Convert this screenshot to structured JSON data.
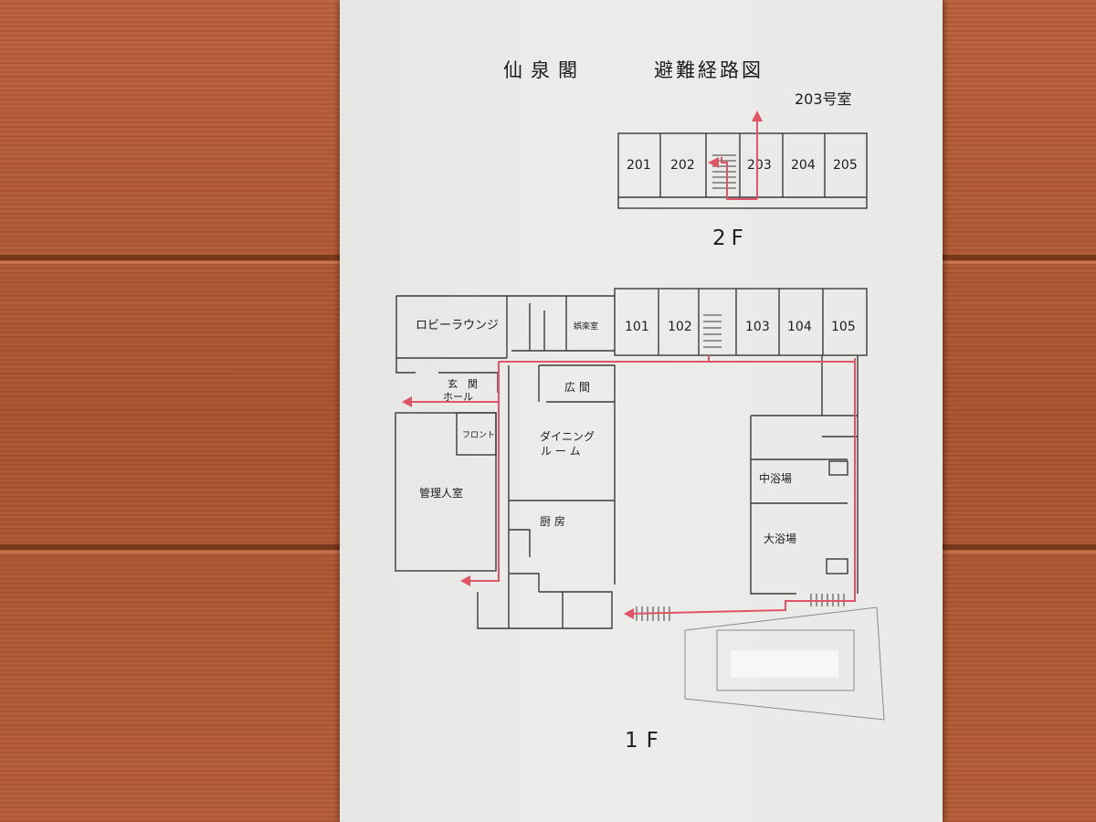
{
  "sign": {
    "title_name": "仙泉閣",
    "title_route": "避難経路図",
    "room_indicator": "203号室"
  },
  "floor2": {
    "label": "2F",
    "rooms": [
      "201",
      "202",
      "203",
      "204",
      "205"
    ]
  },
  "floor1": {
    "label": "1F",
    "rooms": [
      "101",
      "102",
      "103",
      "104",
      "105"
    ],
    "areas": {
      "lobby": "ロビーラウンジ",
      "entrance_1": "玄　関",
      "entrance_2": "ホール",
      "front": "フロント",
      "manager": "管理人室",
      "dining_1": "ダイニング",
      "dining_2": "ル ー ム",
      "hiroma": "広 間",
      "kitchen": "厨 房",
      "recreation": "娯楽室",
      "medium_bath": "中浴場",
      "large_bath": "大浴場"
    }
  },
  "colors": {
    "route": "#e05565",
    "wall": "#3a3a3a",
    "board": "#eaeae8"
  }
}
